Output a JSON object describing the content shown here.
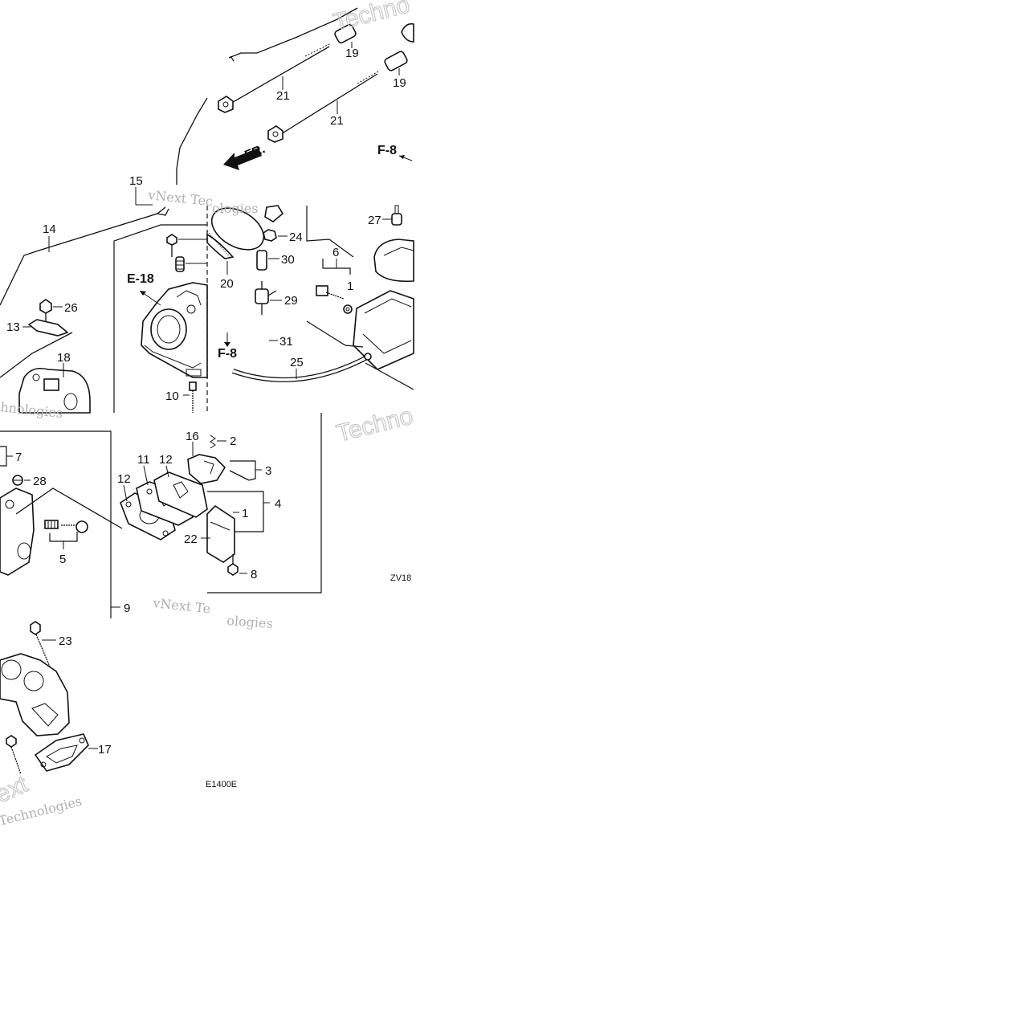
{
  "diagram": {
    "callouts": {
      "c19a": "19",
      "c19b": "19",
      "c21a": "21",
      "c21b": "21",
      "c15": "15",
      "c14": "14",
      "c26": "26",
      "c13": "13",
      "c18": "18",
      "c24": "24",
      "c30": "30",
      "c20": "20",
      "c29": "29",
      "c31": "31",
      "c25": "25",
      "c27": "27",
      "c6": "6",
      "c1a": "1",
      "c10": "10",
      "c7": "7",
      "c28": "28",
      "c5": "5",
      "c11": "11",
      "c12a": "12",
      "c12b": "12",
      "c16": "16",
      "c2": "2",
      "c3": "3",
      "c4": "4",
      "c1b": "1",
      "c22": "22",
      "c8": "8",
      "c9": "9",
      "c23": "23",
      "c17": "17"
    },
    "references": {
      "f8_top": "F-8",
      "e18": "E-18",
      "f8_mid": "F-8",
      "front_arrow": "FR."
    },
    "codes": {
      "zv": "ZV18",
      "e1400": "E1400E"
    },
    "watermarks": {
      "w1": "vNext Tec",
      "w2": "hnologies",
      "w3": "ologies",
      "w4": "vNext Te",
      "w5": "ologies",
      "w6": "Techno",
      "w7": "Techno",
      "w8": "ext",
      "w9": "Technologies"
    }
  }
}
